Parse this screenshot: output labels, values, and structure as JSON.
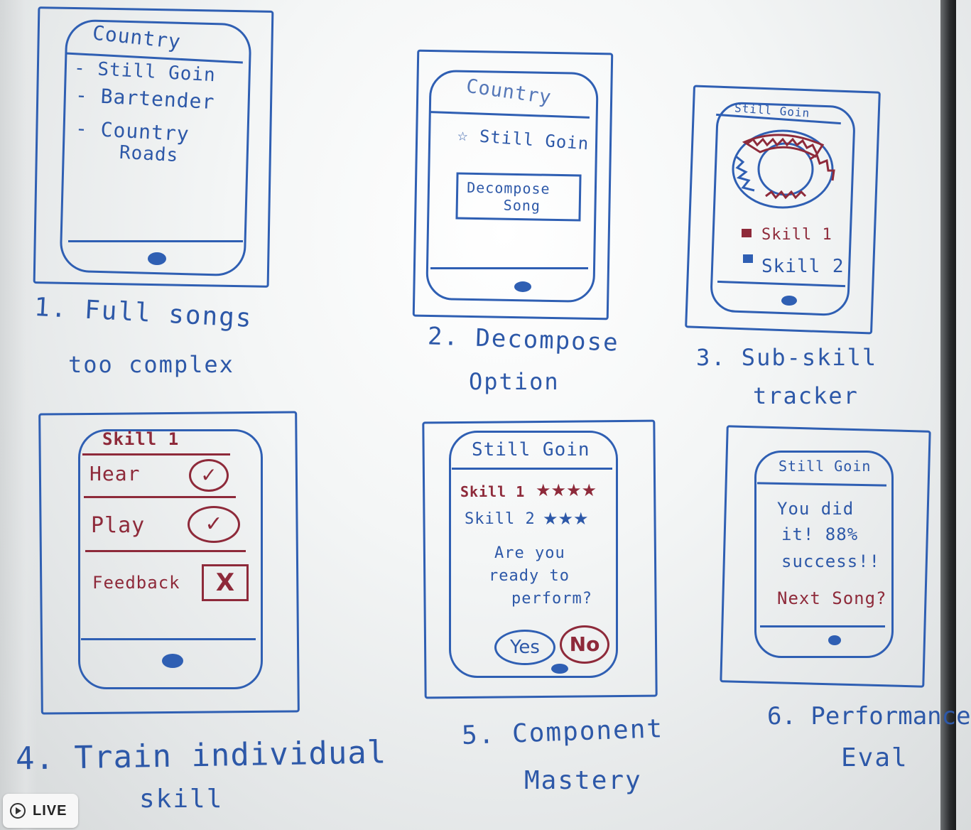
{
  "panel1": {
    "title": "Country",
    "items": [
      "- Still Goin",
      "- Bartender",
      "- Country",
      "Roads"
    ],
    "caption_line1": "1. Full songs",
    "caption_line2": "too complex"
  },
  "panel2": {
    "title": "Country",
    "item": "☆ Still Goin",
    "button_line1": "Decompose",
    "button_line2": "Song",
    "caption_line1": "2. Decompose",
    "caption_line2": "Option"
  },
  "panel3": {
    "title": "Still Goin",
    "legend": [
      "Skill 1",
      "Skill 2"
    ],
    "caption_line1": "3. Sub-skill",
    "caption_line2": "tracker"
  },
  "panel4": {
    "title": "Skill 1",
    "rows": [
      {
        "label": "Hear",
        "mark": "✓"
      },
      {
        "label": "Play",
        "mark": "✓"
      },
      {
        "label": "Feedback",
        "mark": "X"
      }
    ],
    "caption_line1": "4. Train individual",
    "caption_line2": "skill"
  },
  "panel5": {
    "title": "Still Goin",
    "skills": [
      {
        "label": "Skill 1",
        "stars": "★★★★"
      },
      {
        "label": "Skill 2",
        "stars": "★★★"
      }
    ],
    "question_line1": "Are you",
    "question_line2": "ready to",
    "question_line3": "perform?",
    "yes": "Yes",
    "no": "No",
    "caption_line1": "5. Component",
    "caption_line2": "Mastery"
  },
  "panel6": {
    "title": "Still Goin",
    "msg_line1": "You did",
    "msg_line2": "it! 88%",
    "msg_line3": "success!!",
    "next": "Next Song?",
    "caption_line1": "6. Performance",
    "caption_line2": "Eval"
  },
  "live_badge": "LIVE",
  "colors": {
    "blue_ink": "#2d58a8",
    "red_ink": "#8e2a3a",
    "board": "#f4f6f6"
  }
}
